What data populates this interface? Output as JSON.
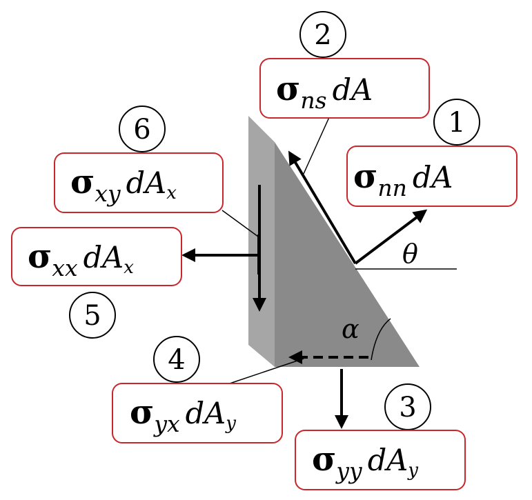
{
  "labels": {
    "nn": {
      "sym": "σ",
      "sub": "nn",
      "dA": "dA",
      "area_sub": "",
      "number": "1"
    },
    "ns": {
      "sym": "σ",
      "sub": "ns",
      "dA": "dA",
      "area_sub": "",
      "number": "2"
    },
    "yy": {
      "sym": "σ",
      "sub": "yy",
      "dA": "dA",
      "area_sub": "y",
      "number": "3"
    },
    "yx": {
      "sym": "σ",
      "sub": "yx",
      "dA": "dA",
      "area_sub": "y",
      "number": "4"
    },
    "xx": {
      "sym": "σ",
      "sub": "xx",
      "dA": "dA",
      "area_sub": "x",
      "number": "5"
    },
    "xy": {
      "sym": "σ",
      "sub": "xy",
      "dA": "dA",
      "area_sub": "x",
      "number": "6"
    }
  },
  "angles": {
    "theta": "θ",
    "alpha": "α"
  },
  "colors": {
    "box_border": "#c8262a",
    "wedge_face": "#8a8a8a",
    "wedge_side": "#a6a6a6"
  }
}
